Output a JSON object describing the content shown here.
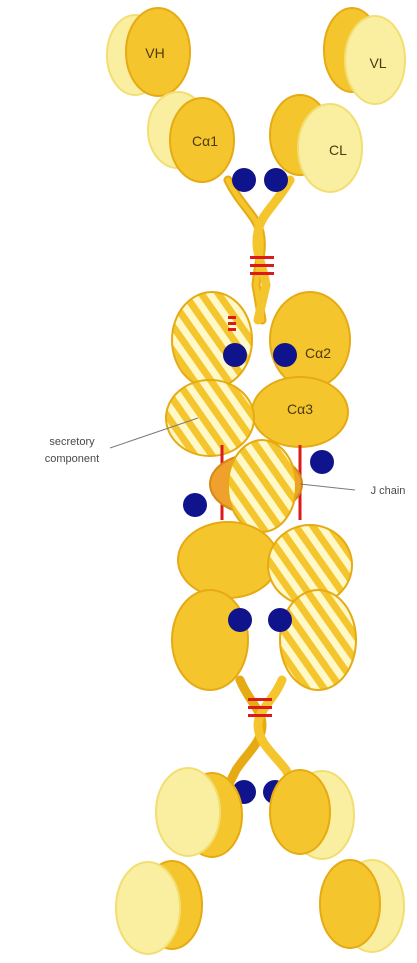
{
  "domains": {
    "vh": "VH",
    "vl": "VL",
    "ca1": "Cα1",
    "cl": "CL",
    "ca2": "Cα2",
    "ca3": "Cα3"
  },
  "annotations": {
    "secretory_line1": "secretory",
    "secretory_line2": "component",
    "j_chain": "J chain"
  },
  "colors": {
    "heavy_chain": "#f5c52d",
    "heavy_chain_dark": "#e6aa12",
    "light_chain": "#faeea0",
    "light_chain_dark": "#f2de72",
    "secretory_stripe": "#fff8c8",
    "j_chain": "#f0a02c",
    "carbohydrate": "#10148c",
    "disulfide": "#dd1a1a",
    "outline": "#d6a10f"
  },
  "icons": {
    "carbohydrate": "dark-blue-circle",
    "disulfide_bond": "red-stripes",
    "secretory_component": "diagonal-striped-ellipse"
  }
}
